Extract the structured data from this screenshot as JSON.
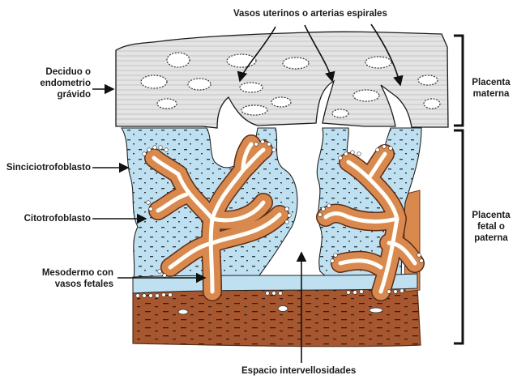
{
  "labels": {
    "deciduo": "Deciduo o\nendometrio\ngrávido",
    "sincitio": "Sinciciotrofoblasto",
    "citotrofo": "Citotrofoblasto",
    "mesodermo": "Mesodermo con\nvasos fetales",
    "vasos": "Vasos uterinos o arterias espirales",
    "espacio": "Espacio intervellosidades",
    "placenta_materna": "Placenta\nmaterna",
    "placenta_fetal": "Placenta\nfetal o\npaterna"
  },
  "colors": {
    "decidua": "#e3e3e3",
    "blood": "#bfe0f0",
    "trophoblast": "#d9894e",
    "chorion": "#a4552e",
    "core": "#ffffff",
    "line": "#1a1a1a"
  }
}
